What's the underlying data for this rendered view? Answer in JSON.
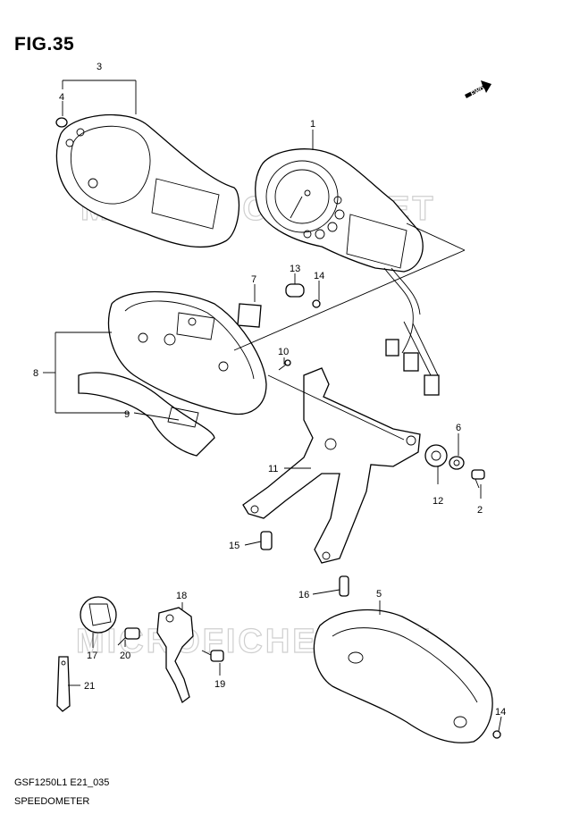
{
  "figure": {
    "title": "FIG.35",
    "model_code": "GSF1250L1 E21_035",
    "section_name": "SPEEDOMETER",
    "watermark": "MICROFICHES.NET",
    "fwd_label": "FWD"
  },
  "callouts": [
    "1",
    "2",
    "3",
    "4",
    "5",
    "6",
    "7",
    "8",
    "9",
    "10",
    "11",
    "12",
    "13",
    "14",
    "15",
    "16",
    "17",
    "18",
    "19",
    "20",
    "21"
  ],
  "callout_14b": "14"
}
